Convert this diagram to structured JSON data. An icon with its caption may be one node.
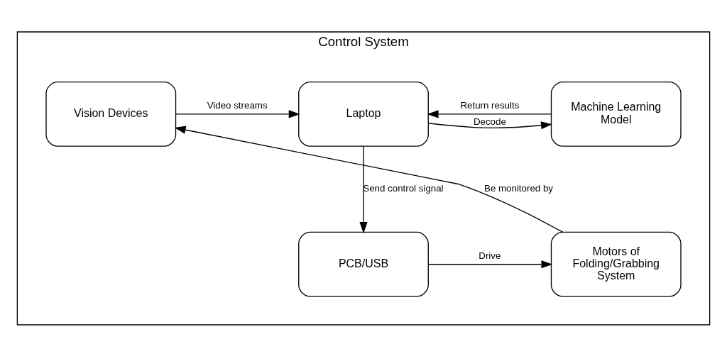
{
  "diagram": {
    "nodes": [
      {
        "text": [
          "Control System"
        ]
      },
      {
        "text": [
          "Vision Devices"
        ],
        "in": 0
      },
      {
        "text": [
          "Laptop"
        ],
        "in": 0
      },
      {
        "text": [
          "Machine Learning Model"
        ],
        "in": 0
      },
      {
        "text": [
          "Motors of Folding/Grabbing System"
        ],
        "in": 0
      },
      {
        "text": [
          "PCB/USB"
        ],
        "in": 0
      }
    ],
    "edges": [
      {
        "from": 1,
        "to": 2,
        "arrow": "to",
        "label": "Video streams"
      },
      {
        "from": 2,
        "to": 3,
        "arrow": "to",
        "label": "Decode"
      },
      {
        "from": 3,
        "to": 2,
        "arrow": "to",
        "label": "Return results"
      },
      {
        "from": 2,
        "to": 5,
        "arrow": "to",
        "label": "Send control signal"
      },
      {
        "from": 5,
        "to": 4,
        "arrow": "to",
        "label": "Drive"
      },
      {
        "from": 4,
        "to": 1,
        "arrow": "to",
        "label": "Be monitored by"
      }
    ]
  }
}
